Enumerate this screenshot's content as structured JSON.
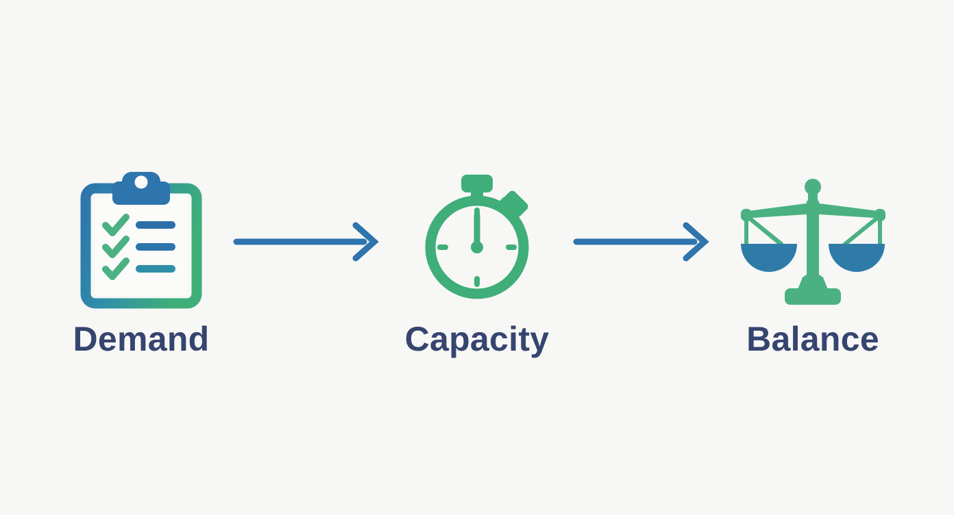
{
  "diagram": {
    "title": "Demand to Capacity to Balance process flow",
    "background_color": "#f7f7f6",
    "orientation": "horizontal-left-to-right",
    "stages": [
      {
        "id": "demand",
        "label": "Demand",
        "icon": "clipboard-checklist-icon",
        "icon_description": "Clipboard with three green check marks and three blue list lines",
        "icon_colors": [
          "#2e74ad",
          "#3fae79",
          "#2f8fa8"
        ]
      },
      {
        "id": "capacity",
        "label": "Capacity",
        "icon": "stopwatch-icon",
        "icon_description": "Stopwatch with crown button, side knob, four tick marks and a hand pointing to twelve",
        "icon_colors": [
          "#3fae79"
        ]
      },
      {
        "id": "balance",
        "label": "Balance",
        "icon": "balance-scale-icon",
        "icon_description": "Two-pan balance scale with green frame and blue pans",
        "icon_colors": [
          "#4bb183",
          "#2f7ba8"
        ]
      }
    ],
    "connectors": [
      {
        "id": "arrow-demand-to-capacity",
        "icon": "arrow-right-icon",
        "from": "demand",
        "to": "capacity",
        "color": "#2e74ad"
      },
      {
        "id": "arrow-capacity-to-balance",
        "icon": "arrow-right-icon",
        "from": "capacity",
        "to": "balance",
        "color": "#2e74ad"
      }
    ],
    "colors": {
      "blue": "#2e74ad",
      "green": "#3fae79",
      "teal": "#2f8fa8",
      "pan_blue": "#2f7ba8",
      "label_navy": "#36456f",
      "background": "#f7f7f6"
    }
  }
}
